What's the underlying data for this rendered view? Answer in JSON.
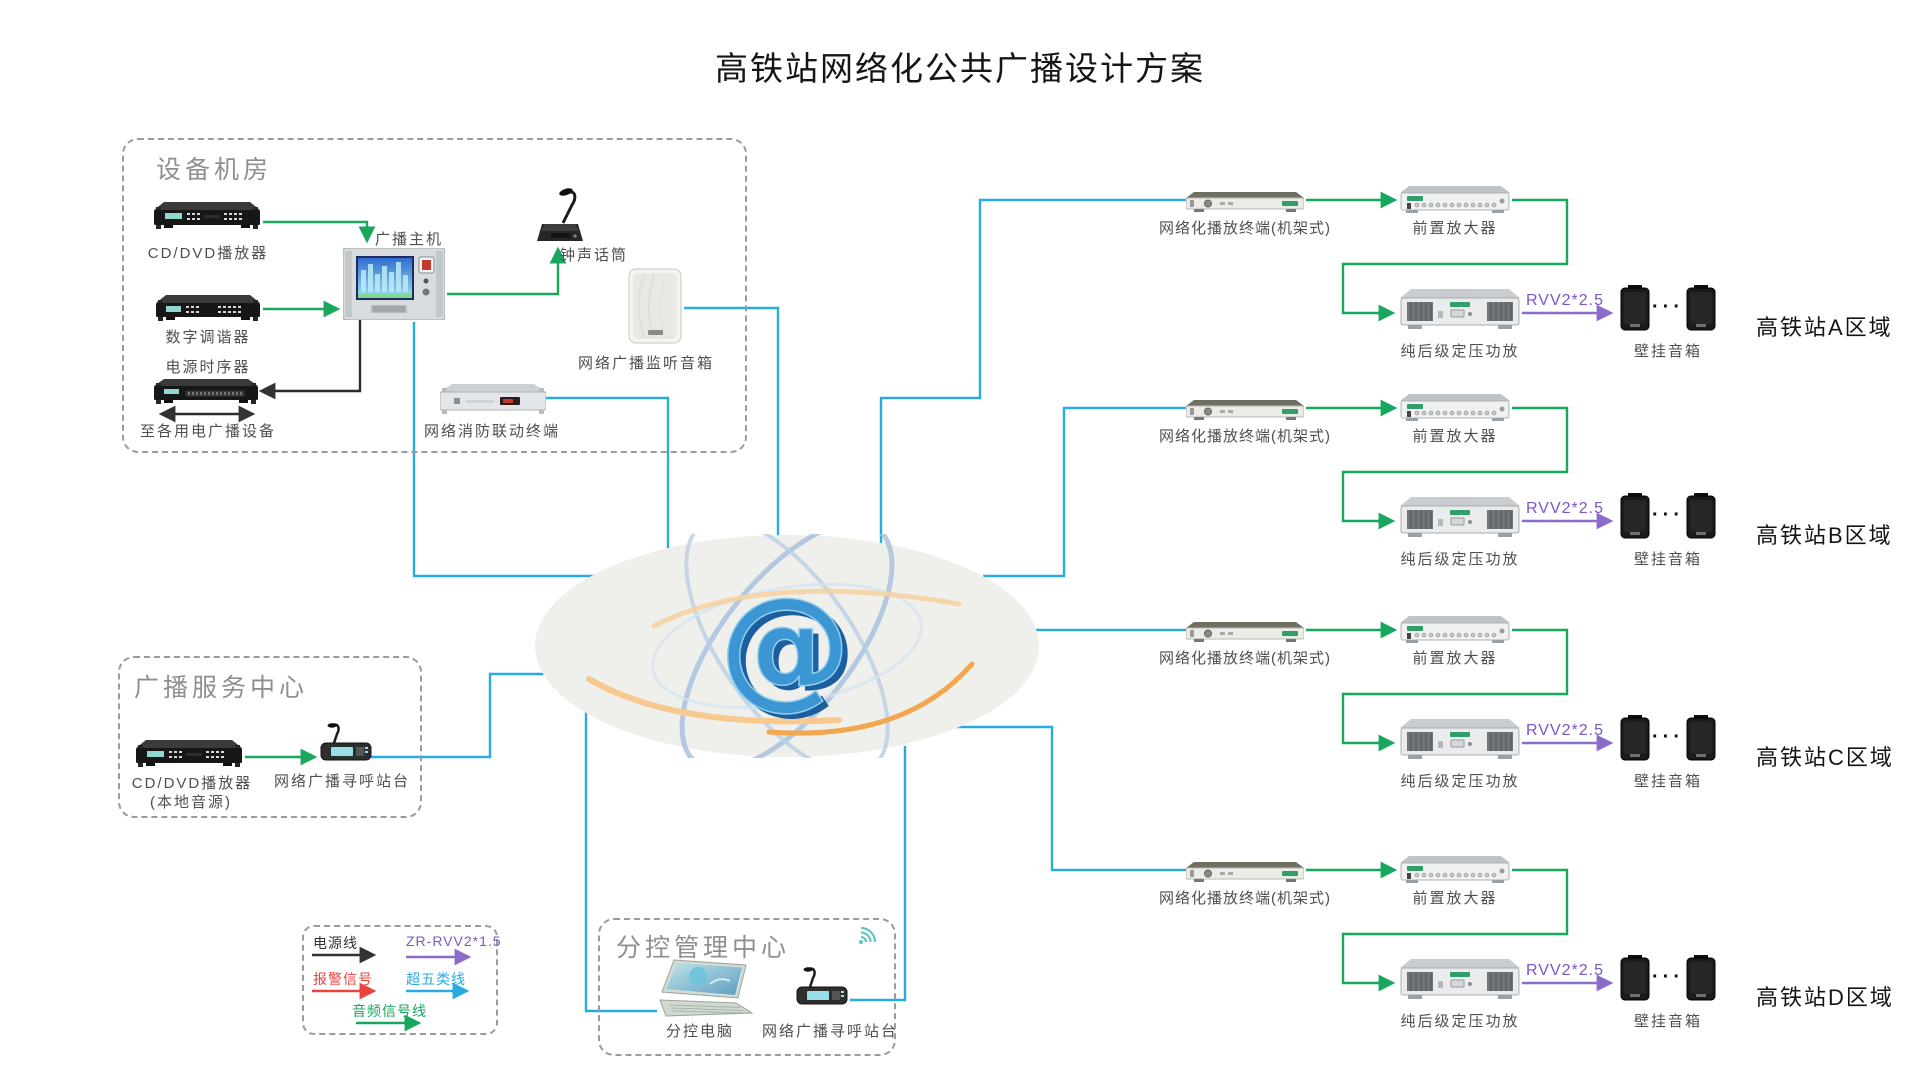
{
  "title": "高铁站网络化公共广播设计方案",
  "colors": {
    "blue": "#29abe2",
    "green": "#17a85e",
    "purple": "#8d6bc8",
    "red": "#e8433f",
    "black": "#333333",
    "box_gray": "#9b9b9b"
  },
  "equipment_room": {
    "title": "设备机房",
    "cd_player": "CD/DVD播放器",
    "tuner": "数字调谐器",
    "power_sequencer": "电源时序器",
    "power_note": "至各用电广播设备",
    "host": "广播主机",
    "chime_mic": "钟声话筒",
    "monitor_speaker": "网络广播监听音箱",
    "fire_terminal": "网络消防联动终端"
  },
  "service_center": {
    "title": "广播服务中心",
    "cd_player": "CD/DVD播放器",
    "cd_player_note": "(本地音源)",
    "paging_station": "网络广播寻呼站台"
  },
  "subcontrol_center": {
    "title": "分控管理中心",
    "computer": "分控电脑",
    "paging_station": "网络广播寻呼站台"
  },
  "legend": {
    "power_line": "电源线",
    "zr_rvv_line": "ZR-RVV2*1.5",
    "alarm_signal": "报警信号",
    "cat5_line": "超五类线",
    "audio_line": "音频信号线"
  },
  "speaker_dots": "···",
  "zones": [
    {
      "terminal": "网络化播放终端(机架式)",
      "preamp": "前置放大器",
      "amplifier": "纯后级定压功放",
      "cable": "RVV2*2.5",
      "speakers": "壁挂音箱",
      "zone": "高铁站A区域"
    },
    {
      "terminal": "网络化播放终端(机架式)",
      "preamp": "前置放大器",
      "amplifier": "纯后级定压功放",
      "cable": "RVV2*2.5",
      "speakers": "壁挂音箱",
      "zone": "高铁站B区域"
    },
    {
      "terminal": "网络化播放终端(机架式)",
      "preamp": "前置放大器",
      "amplifier": "纯后级定压功放",
      "cable": "RVV2*2.5",
      "speakers": "壁挂音箱",
      "zone": "高铁站C区域"
    },
    {
      "terminal": "网络化播放终端(机架式)",
      "preamp": "前置放大器",
      "amplifier": "纯后级定压功放",
      "cable": "RVV2*2.5",
      "speakers": "壁挂音箱",
      "zone": "高铁站D区域"
    }
  ]
}
